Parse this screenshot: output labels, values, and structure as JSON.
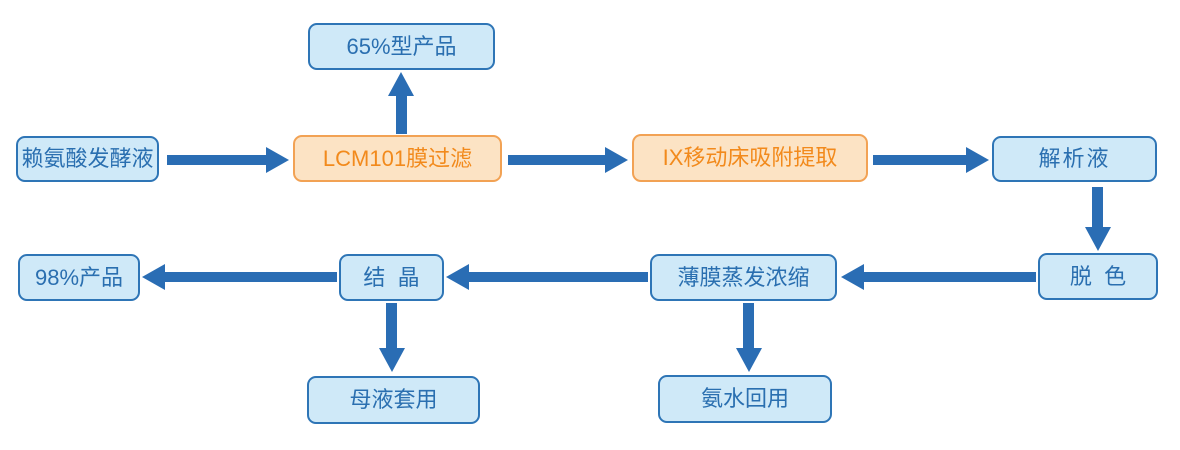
{
  "nodes": {
    "product65": {
      "label": "65%型产品"
    },
    "broth": {
      "label": "赖氨酸发酵液"
    },
    "membrane": {
      "label": "LCM101膜过滤"
    },
    "ix": {
      "label": "IX移动床吸附提取"
    },
    "eluate": {
      "label": "解析液"
    },
    "decolor": {
      "label": "脱  色"
    },
    "evap": {
      "label": "薄膜蒸发浓缩"
    },
    "crystal": {
      "label": "结  晶"
    },
    "product98": {
      "label": "98%产品"
    },
    "mother": {
      "label": "母液套用"
    },
    "ammonia": {
      "label": "氨水回用"
    }
  },
  "edges": [
    {
      "from": "赖氨酸发酵液",
      "to": "LCM101膜过滤"
    },
    {
      "from": "LCM101膜过滤",
      "to": "65%型产品"
    },
    {
      "from": "LCM101膜过滤",
      "to": "IX移动床吸附提取"
    },
    {
      "from": "IX移动床吸附提取",
      "to": "解析液"
    },
    {
      "from": "解析液",
      "to": "脱色"
    },
    {
      "from": "脱色",
      "to": "薄膜蒸发浓缩"
    },
    {
      "from": "薄膜蒸发浓缩",
      "to": "结晶"
    },
    {
      "from": "结晶",
      "to": "98%产品"
    },
    {
      "from": "结晶",
      "to": "母液套用"
    },
    {
      "from": "薄膜蒸发浓缩",
      "to": "氨水回用"
    }
  ],
  "colors": {
    "node_fill_blue": "#cfe9f8",
    "node_border_blue": "#2e75b6",
    "node_text_blue": "#2a6fb0",
    "node_fill_orange": "#fce3c4",
    "node_border_orange": "#f2a254",
    "node_text_orange": "#f28a1c",
    "arrow": "#2a6db4"
  }
}
